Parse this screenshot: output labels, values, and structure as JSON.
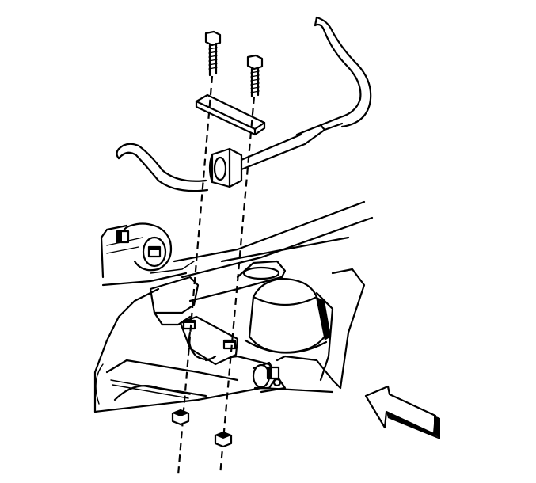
{
  "diagram": {
    "kind": "exploded-assembly-line-drawing",
    "components": [
      "bolt-left",
      "bolt-right",
      "bracket",
      "bushing",
      "stabilizer-bar",
      "stabilizer-link",
      "frame-rail",
      "jounce-bumper",
      "lower-control-arm",
      "nut-left",
      "nut-right",
      "direction-arrow"
    ],
    "colors": {
      "line": "#000000",
      "background": "#ffffff"
    }
  }
}
